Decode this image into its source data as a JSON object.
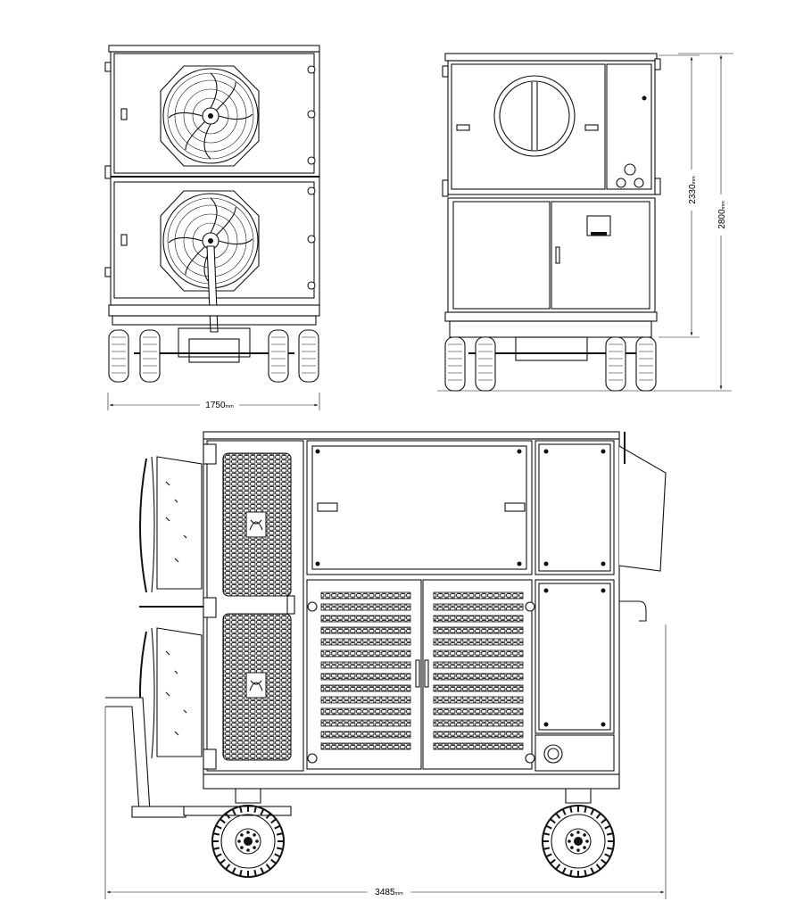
{
  "dimensions": {
    "front_width": {
      "value": "1750",
      "unit": "mm"
    },
    "upper_height": {
      "value": "2330",
      "unit": "mm"
    },
    "total_height": {
      "value": "2800",
      "unit": "mm"
    },
    "side_length": {
      "value": "3485",
      "unit": "mm"
    }
  }
}
